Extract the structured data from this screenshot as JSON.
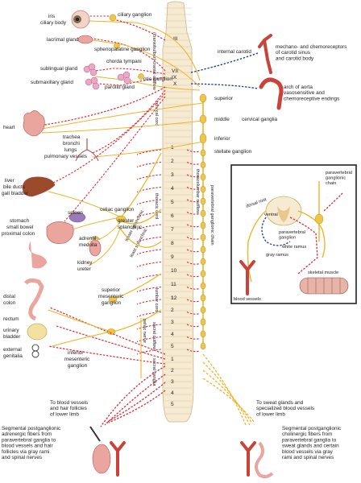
{
  "cranial_nerves": [
    "III",
    "VII",
    "IX",
    "X"
  ],
  "thoracic_segments": [
    "1",
    "2",
    "3",
    "4",
    "5",
    "6",
    "7",
    "8",
    "9",
    "10",
    "11",
    "12"
  ],
  "lumbar_segments": [
    "1",
    "2",
    "3",
    "4",
    "5"
  ],
  "sacral_segments": [
    "1",
    "2",
    "3",
    "4",
    "5"
  ],
  "outflow_labels": {
    "craniosacral": "(craniobulbar) cranial outflow",
    "cervical_cord": "cervical cord",
    "thoracic_cord": "thoracic cord",
    "thoracolumbar": "thoracolumbar outflow",
    "lumbar_cord": "lumbar cord",
    "sacral_outflow": "sacral outflow",
    "sacral_ganglia": "sacral ganglia",
    "paravertebral_chain": "paravertebral ganglionic chain",
    "lesser_splanchnic": "lesser splanchnic",
    "least_splanchnic": "least splanchnic"
  },
  "left_labels": {
    "iris": "iris",
    "ciliary_body": "ciliary body",
    "ciliary_ganglion": "ciliary ganglion",
    "lacrimal_gland": "lacrimal gland",
    "sphenopalatine_ganglion": "sphenopalatine ganglion",
    "chorda_tympani": "chorda tympani",
    "sublingual_gland": "sublingual gland",
    "submaxillary_gland": "submaxillary gland",
    "parotid_gland": "parotid gland",
    "otic_ganglion": "otic ganglion",
    "heart": "heart",
    "trachea": "trachea",
    "bronchi": "bronchi",
    "lungs": "lungs",
    "pulmonary_vessels": "pulmonary vessels",
    "liver": "liver",
    "bile_ducts": "bile ducts",
    "gall_bladder": "gall bladder",
    "spleen": "spleen",
    "celiac_ganglion": "celiac ganglion",
    "greater": "greater",
    "splanchnic": "splanchnic",
    "stomach": "stomach",
    "small_bowel": "small bowel",
    "proximal_colon": "proximal colon",
    "adrenal": "adrenal",
    "medulla": "medulla",
    "kidney": "kidney",
    "ureter": "ureter",
    "superior": "superior",
    "mesenteric": "mesenteric",
    "ganglion": "ganglion",
    "distal": "distal",
    "colon": "colon",
    "rectum": "rectum",
    "urinary": "urinary",
    "bladder": "bladder",
    "pelvic_nerve": "pelvic nerve",
    "external": "external",
    "genitalia": "genitalia",
    "inferior": "inferior",
    "to_blood_vessels": [
      "To blood vessels",
      "and hair follicles",
      "of lower limb"
    ],
    "segmental_adrenergic": [
      "Segmental postganglionic",
      "adrenergic fibers from",
      "paravertebral ganglia to",
      "blood vessels and hair",
      "follicles via gray rami",
      "and spinal nerves"
    ]
  },
  "right_labels": {
    "internal_carotid": "internal carotid",
    "mechano": [
      "mechano- and chemoreceptors",
      "of carotid sinus",
      "and carotid body"
    ],
    "arch_of_aorta": [
      "arch of aorta",
      "vasosensitive and",
      "chemoreceptive endings"
    ],
    "superior": "superior",
    "middle": "middle",
    "inferior": "inferior",
    "cervical_ganglia": "cervical ganglia",
    "stellate_ganglion": "stellate ganglion",
    "to_sweat": [
      "To sweat glands and",
      "specialized blood vessels",
      "of lower limb"
    ],
    "segmental_cholinergic": [
      "Segmental postganglionic",
      "cholinergic fibers from",
      "paravertebral ganglia to",
      "sweat glands and certain",
      "blood vessels via gray",
      "rami and spinal nerves"
    ]
  },
  "inset_labels": {
    "paravertebral": [
      "paravertebral",
      "ganglionic",
      "chain"
    ],
    "dorsal_root": "dorsal root",
    "ventral": "ventral",
    "paravertebral_ganglion": [
      "paravertebral",
      "ganglion"
    ],
    "white_ramus": "white ramus",
    "gray_ramus": "gray ramus",
    "skeletal_muscle": "skeletal muscle",
    "blood_vessels": "blood vessels"
  },
  "colors": {
    "sympathetic": "#f0b429",
    "parasympathetic": "#e0262f",
    "afferent": "#1b3a8c",
    "spine": "#f6ead2",
    "organ": "#e9a59e"
  }
}
